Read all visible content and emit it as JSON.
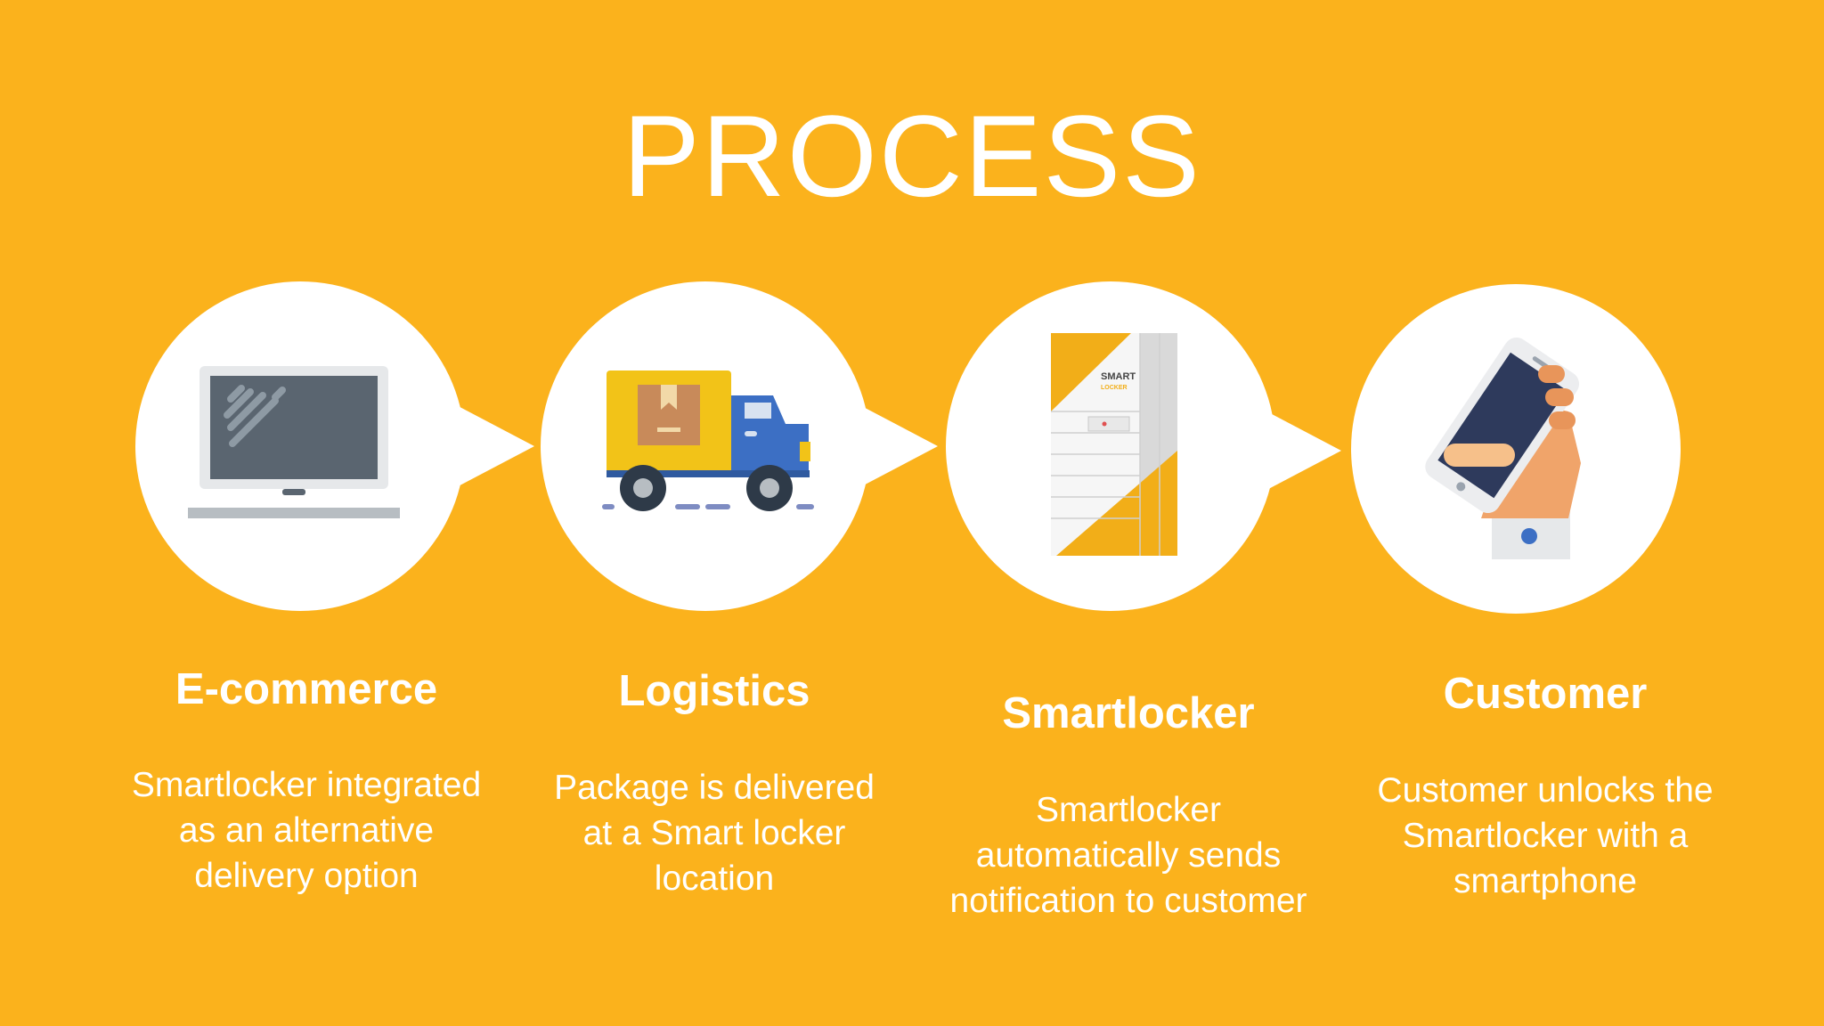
{
  "title": "PROCESS",
  "colors": {
    "background": "#FBB21C",
    "bubble": "#FFFFFF",
    "text": "#FFFFFF"
  },
  "steps": [
    {
      "icon": "laptop-icon",
      "title": "E-commerce",
      "description": "Smartlocker integrated\nas an alternative\ndelivery option"
    },
    {
      "icon": "delivery-truck-icon",
      "title": "Logistics",
      "description": "Package is delivered\nat a Smart locker\nlocation"
    },
    {
      "icon": "smart-locker-icon",
      "title": "Smartlocker",
      "description": "Smartlocker\nautomatically sends\nnotification to customer",
      "locker_label": [
        "SMART",
        "LOCKER"
      ]
    },
    {
      "icon": "hand-smartphone-icon",
      "title": "Customer",
      "description": "Customer unlocks the\nSmartlocker with a\nsmartphone"
    }
  ]
}
